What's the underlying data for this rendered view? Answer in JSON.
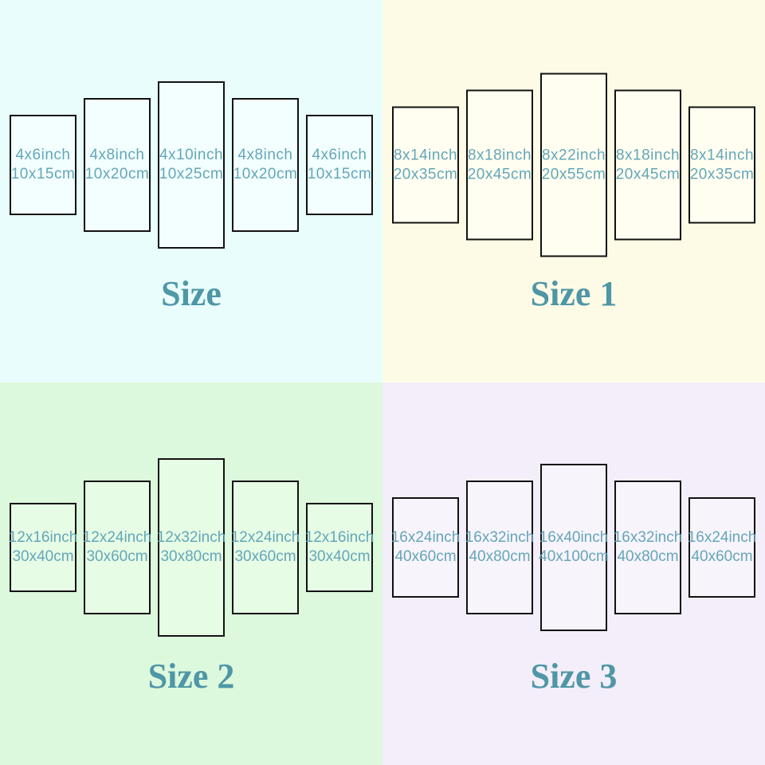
{
  "colors": {
    "title_text": "#4f96a6",
    "panel_text": "#64a6b8",
    "panel_border": "#121212"
  },
  "quadrants": [
    {
      "name": "size",
      "title": "Size",
      "background": "#e8fdfc",
      "panel_fill": "#f2fffe",
      "panels": [
        {
          "inch": "4x6inch",
          "cm": "10x15cm",
          "w_in": 4,
          "h_in": 6
        },
        {
          "inch": "4x8inch",
          "cm": "10x20cm",
          "w_in": 4,
          "h_in": 8
        },
        {
          "inch": "4x10inch",
          "cm": "10x25cm",
          "w_in": 4,
          "h_in": 10
        },
        {
          "inch": "4x8inch",
          "cm": "10x20cm",
          "w_in": 4,
          "h_in": 8
        },
        {
          "inch": "4x6inch",
          "cm": "10x15cm",
          "w_in": 4,
          "h_in": 6
        }
      ]
    },
    {
      "name": "size-1",
      "title": "Size 1",
      "background": "#fdfbe6",
      "panel_fill": "#fffef1",
      "panels": [
        {
          "inch": "8x14inch",
          "cm": "20x35cm",
          "w_in": 8,
          "h_in": 14
        },
        {
          "inch": "8x18inch",
          "cm": "20x45cm",
          "w_in": 8,
          "h_in": 18
        },
        {
          "inch": "8x22inch",
          "cm": "20x55cm",
          "w_in": 8,
          "h_in": 22
        },
        {
          "inch": "8x18inch",
          "cm": "20x45cm",
          "w_in": 8,
          "h_in": 18
        },
        {
          "inch": "8x14inch",
          "cm": "20x35cm",
          "w_in": 8,
          "h_in": 14
        }
      ]
    },
    {
      "name": "size-2",
      "title": "Size 2",
      "background": "#ddf9dd",
      "panel_fill": "#e6fce5",
      "panels": [
        {
          "inch": "12x16inch",
          "cm": "30x40cm",
          "w_in": 12,
          "h_in": 16
        },
        {
          "inch": "12x24inch",
          "cm": "30x60cm",
          "w_in": 12,
          "h_in": 24
        },
        {
          "inch": "12x32inch",
          "cm": "30x80cm",
          "w_in": 12,
          "h_in": 32
        },
        {
          "inch": "12x24inch",
          "cm": "30x60cm",
          "w_in": 12,
          "h_in": 24
        },
        {
          "inch": "12x16inch",
          "cm": "30x40cm",
          "w_in": 12,
          "h_in": 16
        }
      ]
    },
    {
      "name": "size-3",
      "title": "Size 3",
      "background": "#f3eef9",
      "panel_fill": "#f8f4fc",
      "panels": [
        {
          "inch": "16x24inch",
          "cm": "40x60cm",
          "w_in": 16,
          "h_in": 24
        },
        {
          "inch": "16x32inch",
          "cm": "40x80cm",
          "w_in": 16,
          "h_in": 32
        },
        {
          "inch": "16x40inch",
          "cm": "40x100cm",
          "w_in": 16,
          "h_in": 40
        },
        {
          "inch": "16x32inch",
          "cm": "40x80cm",
          "w_in": 16,
          "h_in": 32
        },
        {
          "inch": "16x24inch",
          "cm": "40x60cm",
          "w_in": 16,
          "h_in": 24
        }
      ]
    }
  ]
}
